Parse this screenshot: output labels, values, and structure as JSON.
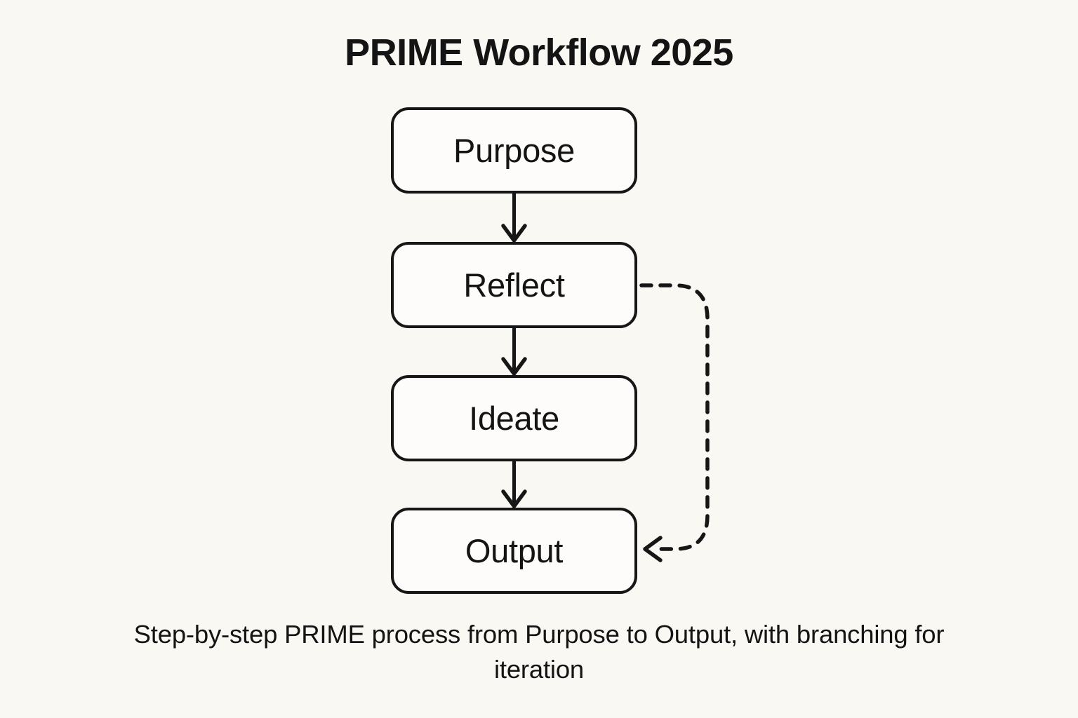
{
  "diagram": {
    "title": "PRIME Workflow 2025",
    "caption": "Step-by-step PRIME process from Purpose to Output, with branching for iteration",
    "background_color": "#faf8f3",
    "node_fill_color": "#fdfcfa",
    "stroke_color": "#161616",
    "text_color": "#141414",
    "nodes": [
      {
        "id": "purpose",
        "label": "Purpose"
      },
      {
        "id": "reflect",
        "label": "Reflect"
      },
      {
        "id": "ideate",
        "label": "Ideate"
      },
      {
        "id": "output",
        "label": "Output"
      }
    ],
    "edges": [
      {
        "from": "Purpose",
        "to": "Reflect",
        "style": "solid",
        "direction": "down"
      },
      {
        "from": "Reflect",
        "to": "Ideate",
        "style": "solid",
        "direction": "down"
      },
      {
        "from": "Ideate",
        "to": "Output",
        "style": "solid",
        "direction": "down"
      },
      {
        "from": "Reflect",
        "to": "Output",
        "style": "dashed",
        "direction": "branch-right-down-left"
      }
    ]
  }
}
